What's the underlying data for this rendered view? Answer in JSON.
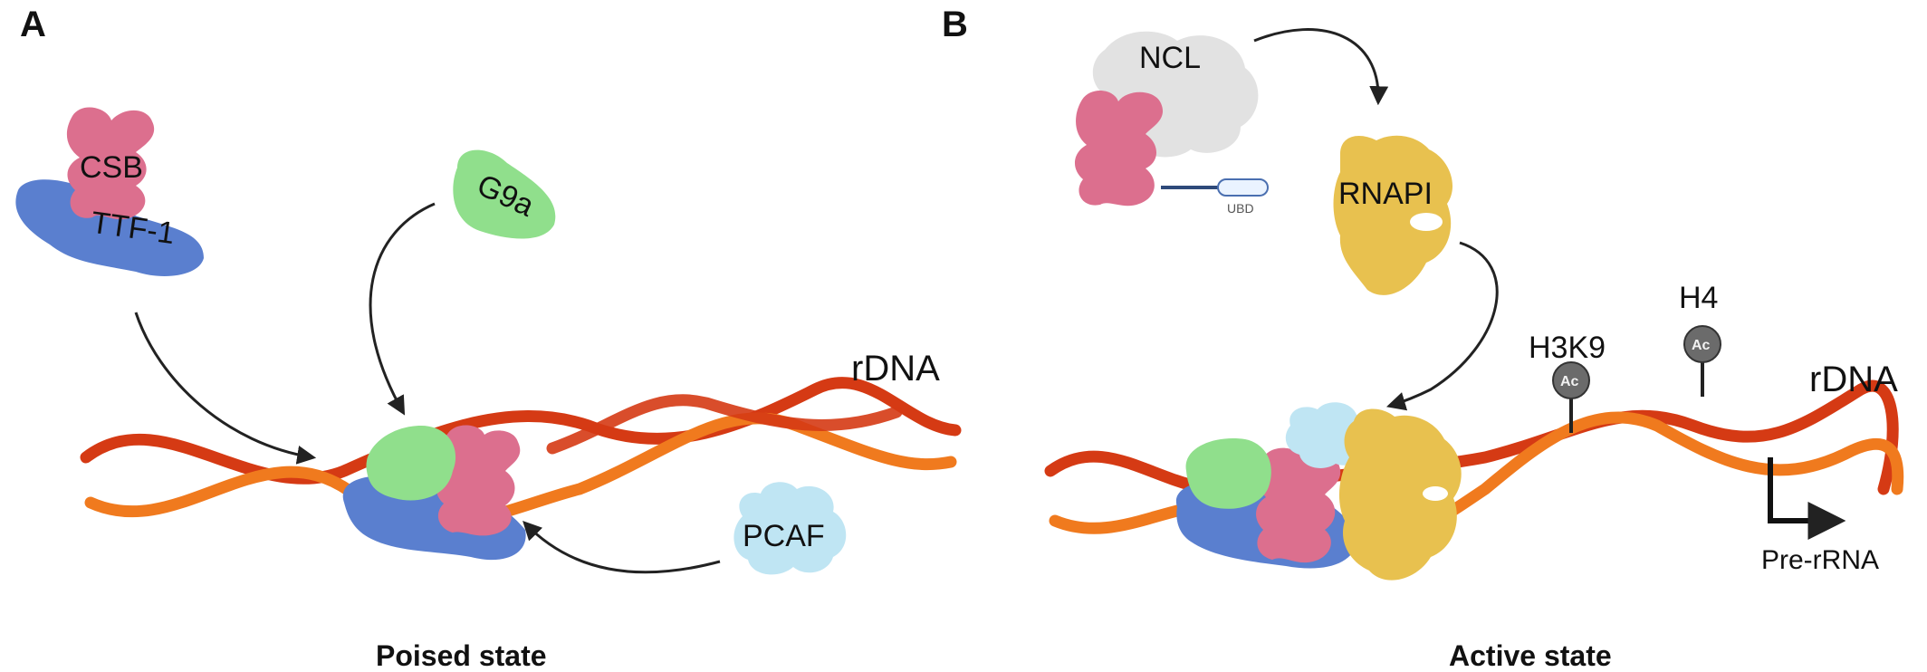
{
  "panels": {
    "a": {
      "letter": "A",
      "caption": "Poised state",
      "dna_label": "rDNA",
      "proteins": {
        "csb": "CSB",
        "ttf1": "TTF-1",
        "g9a": "G9a",
        "pcaf": "PCAF"
      }
    },
    "b": {
      "letter": "B",
      "caption": "Active state",
      "dna_label": "rDNA",
      "proteins": {
        "ncl": "NCL",
        "ubd": "UBD",
        "rnapi": "RNAPI"
      },
      "marks": {
        "h3k9": "H3K9",
        "h4": "H4",
        "ac": "Ac"
      },
      "transcript": "Pre-rRNA"
    }
  },
  "colors": {
    "dna_strand_1": "#d53a14",
    "dna_strand_2": "#f07a1e",
    "csb": "#dc6f8e",
    "ttf1": "#5a7fcf",
    "g9a": "#90df8c",
    "pcaf": "#bfe5f3",
    "ncl": "#e2e2e2",
    "rnapi": "#e8c14f",
    "ac_mark": "#6b6b6b",
    "arrow": "#222222"
  },
  "icons": [
    "curved-arrow-icon",
    "transcription-start-arrow-icon",
    "acetyl-mark-icon",
    "ubd-domain-icon"
  ]
}
